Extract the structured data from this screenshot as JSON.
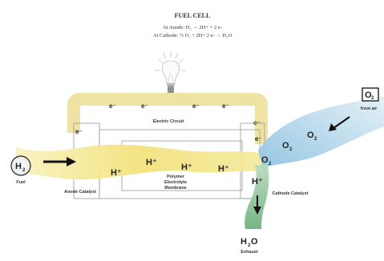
{
  "title": "FUEL CELL",
  "equations": {
    "anode": "At Anode: H₂ → 2H+ + 2 e-",
    "cathode": "At Cathode: ½ O₂ + 2H+ 2 e- → H₂O"
  },
  "labels": {
    "circuit": "Electric Circuit",
    "fuel": "Fuel",
    "anode_catalyst": "Anode Catalyst",
    "membrane": [
      "Polymer",
      "Electrolyte",
      "Membrane"
    ],
    "cathode_catalyst": "Cathode Catalyst",
    "from_air": "from air",
    "exhaust": "Exhaust"
  },
  "species": {
    "h2": "H",
    "h2_sub": "2",
    "o2": "O",
    "o2_sub": "2",
    "h2o": "H",
    "h2o_sub": "2",
    "h2o_tail": "O",
    "electron": "e⁻",
    "proton": "H⁺"
  },
  "colors": {
    "fuel_yellow": "#f2e27c",
    "fuel_light": "#faf2c0",
    "air_blue": "#8fc3e0",
    "air_light": "#cfe6f3",
    "water_green": "#7fbf8c",
    "wire_yellow": "#efe3a3",
    "outline": "#9a9a9a"
  },
  "icons": {
    "bulb": "light-bulb-icon",
    "arrow": "arrow-icon"
  }
}
